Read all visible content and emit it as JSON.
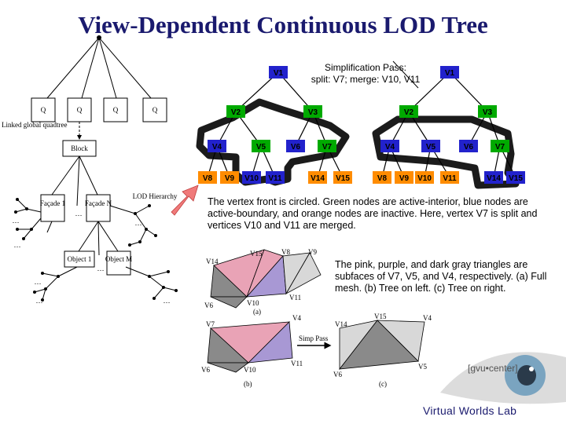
{
  "slide": {
    "title": "View-Dependent Continuous LOD Tree"
  },
  "left_diagram": {
    "quadtree_nodes": [
      "Q",
      "Q",
      "Q",
      "Q"
    ],
    "quadtree_label": "Linked global quadtree",
    "block_label": "Block",
    "facade_1": "Façade 1",
    "facade_n": "Façade N",
    "lod_hierarchy": "LOD Hierarchy",
    "object_1": "Object 1",
    "object_m": "Object M",
    "ellipsis": "…"
  },
  "pass_box": {
    "line1": "Simplification Pass:",
    "line2": "split: V7; merge: V10, V11"
  },
  "tree_left": {
    "nodes": [
      "V1",
      "V2",
      "V3",
      "V4",
      "V5",
      "V6",
      "V7",
      "V8",
      "V9",
      "V10",
      "V11",
      "V14",
      "V15"
    ]
  },
  "tree_right": {
    "nodes": [
      "V1",
      "V2",
      "V3",
      "V4",
      "V5",
      "V6",
      "V7",
      "V8",
      "V9",
      "V10",
      "V11",
      "V14",
      "V15"
    ]
  },
  "colors": {
    "title": "#1a1a6e",
    "node_blue": "#2222cc",
    "node_green": "#00aa00",
    "node_orange": "#ff8c00",
    "front_fill": "#2b2b2b",
    "arrow_pink": "#f07a7a",
    "tri_pink": "#e9a3b6",
    "tri_purple": "#a898d4",
    "tri_gray": "#8a8a8a",
    "tri_light": "#d8d8d8"
  },
  "caption1": "The vertex front is circled.  Green nodes are active-interior, blue nodes are active-boundary, and orange nodes are inactive.  Here, vertex V7 is split and vertices V10 and V11 are merged.",
  "caption2": "The pink, purple, and dark gray triangles are subfaces of V7, V5, and V4, respectively.  (a) Full mesh.  (b) Tree on left.  (c) Tree on right.",
  "meshes": {
    "a_label": "(a)",
    "b_label": "(b)",
    "c_label": "(c)",
    "simp_pass": "Simp Pass",
    "a_vertices": [
      "V14",
      "V15",
      "V8",
      "V9",
      "V6",
      "V10",
      "V11"
    ],
    "b_vertices": [
      "V7",
      "V4",
      "V6",
      "V10",
      "V11"
    ],
    "c_vertices": [
      "V14",
      "V15",
      "V4",
      "V6",
      "V5"
    ]
  },
  "branding": {
    "gvu": "[gvu•center]",
    "vwl": "Virtual Worlds Lab"
  }
}
